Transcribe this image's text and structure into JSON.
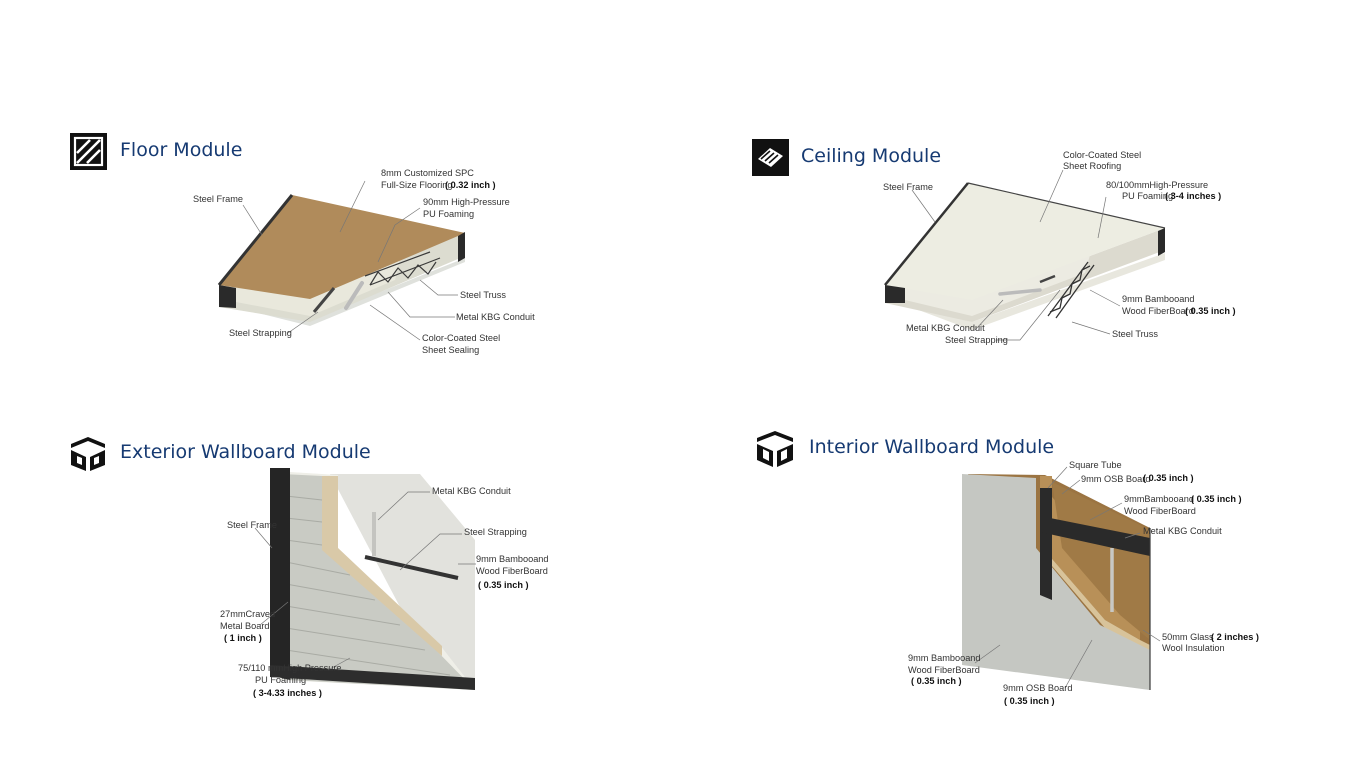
{
  "modules": {
    "floor": {
      "title": "Floor Module",
      "icon": "floor-module-icon",
      "labels": {
        "spc_line1": "8mm Customized SPC",
        "spc_line2": "Full-Size Flooring",
        "spc_inch": "( 0.32 inch )",
        "steel_frame": "Steel Frame",
        "pu_line1": "90mm High-Pressure",
        "pu_line2": "PU Foaming",
        "steel_truss": "Steel Truss",
        "kbg_conduit": "Metal KBG Conduit",
        "steel_strapping": "Steel Strapping",
        "sealing_line1": "Color-Coated Steel",
        "sealing_line2": "Sheet Sealing"
      }
    },
    "ceiling": {
      "title": "Ceiling Module",
      "icon": "ceiling-module-icon",
      "labels": {
        "roofing_line1": "Color-Coated Steel",
        "roofing_line2": "Sheet Roofing",
        "steel_frame": "Steel Frame",
        "pu_line1": "80/100mmHigh-Pressure",
        "pu_line2": "PU Foaming",
        "pu_inch": "( 3-4 inches )",
        "fiber_line1": "9mm Bambooand",
        "fiber_line2": "Wood FiberBoard",
        "fiber_inch": "( 0.35 inch )",
        "kbg_conduit": "Metal KBG Conduit",
        "steel_strapping": "Steel Strapping",
        "steel_truss": "Steel Truss"
      }
    },
    "exterior": {
      "title": "Exterior Wallboard Module",
      "icon": "exterior-wallboard-icon",
      "labels": {
        "kbg_conduit": "Metal KBG Conduit",
        "steel_frame": "Steel Frame",
        "steel_strapping": "Steel Strapping",
        "fiber_line1": "9mm Bambooand",
        "fiber_line2": "Wood FiberBoard",
        "fiber_inch": "( 0.35 inch )",
        "metal_line1": "27mmCraved",
        "metal_line2": "Metal Board",
        "metal_inch": "( 1 inch )",
        "pu_line1": "75/110 mmHigh Pressure",
        "pu_line2": "PU Foaming",
        "pu_inch": "( 3-4.33 inches )"
      }
    },
    "interior": {
      "title": "Interior Wallboard Module",
      "icon": "interior-wallboard-icon",
      "labels": {
        "square_tube": "Square Tube",
        "osb_top": "9mm OSB Board",
        "osb_top_inch": "( 0.35 inch )",
        "fiber_top_line1": "9mmBambooand",
        "fiber_top_inch": "( 0.35 inch )",
        "fiber_top_line2": "Wood FiberBoard",
        "kbg_conduit": "Metal KBG Conduit",
        "glass_line1": "50mm Glass",
        "glass_inch": "( 2 inches )",
        "glass_line2": "Wool Insulation",
        "fiber_bottom_line1": "9mm Bambooand",
        "fiber_bottom_line2": "Wood FiberBoard",
        "fiber_bottom_inch": "( 0.35 inch )",
        "osb_bottom": "9mm OSB Board",
        "osb_bottom_inch": "( 0.35 inch )"
      }
    }
  }
}
